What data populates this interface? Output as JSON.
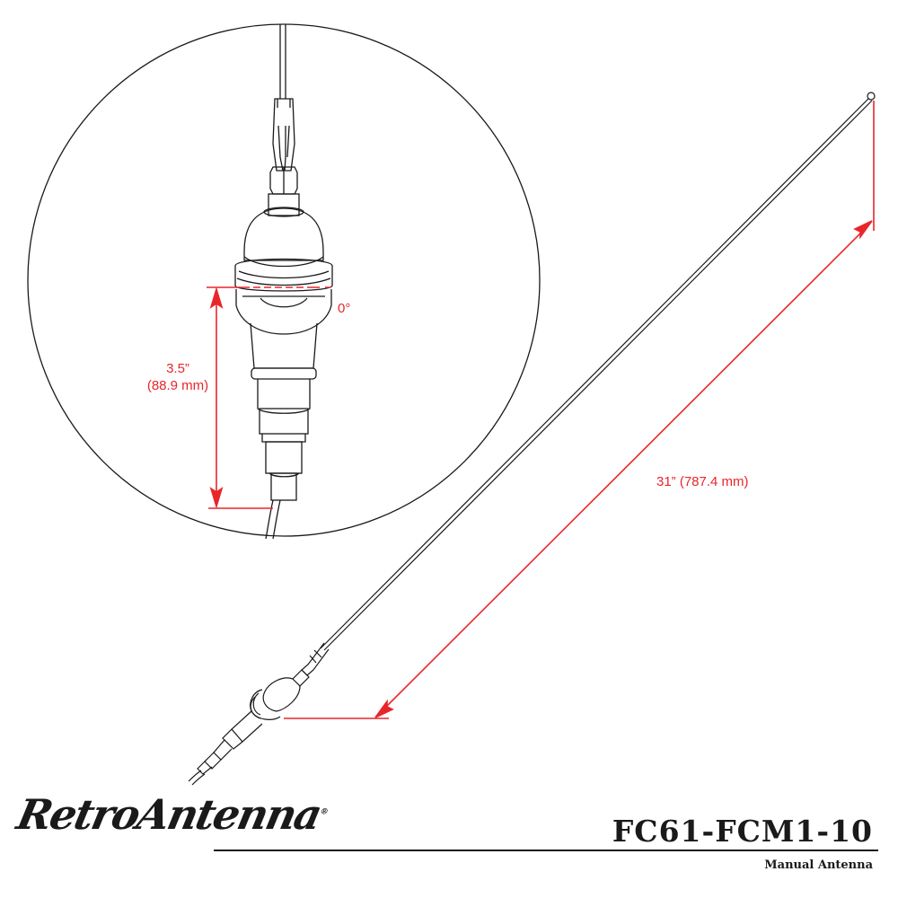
{
  "brand": {
    "logo_text": "RetroAntenna",
    "registered_mark": "®"
  },
  "product": {
    "model": "FC61-FCM1-10",
    "subtitle": "Manual Antenna"
  },
  "dimensions": {
    "mast_height": "3.5”\n(88.9 mm)",
    "mast_height_line1": "3.5”",
    "mast_height_line2": "(88.9 mm)",
    "mount_angle": "0°",
    "antenna_length": "31” (787.4 mm)"
  },
  "colors": {
    "dimension": "#e8262a",
    "line_art": "#1a1a1a",
    "background": "#ffffff"
  },
  "detail_view": {
    "shape": "circle",
    "content": "close-up of antenna base / mount"
  }
}
